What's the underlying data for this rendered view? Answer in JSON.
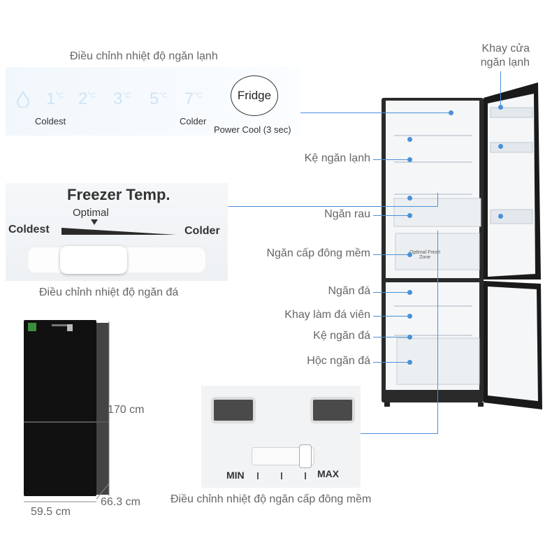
{
  "fridge_panel": {
    "caption": "Điều chỉnh nhiệt độ ngăn lạnh",
    "temps": [
      "1",
      "2",
      "3",
      "5",
      "7"
    ],
    "degree": "°C",
    "coldest": "Coldest",
    "colder": "Colder",
    "button": "Fridge",
    "power_cool": "Power Cool (3 sec)"
  },
  "freezer_panel": {
    "title": "Freezer Temp.",
    "optimal": "Optimal",
    "coldest": "Coldest",
    "colder": "Colder",
    "caption": "Điều chỉnh nhiệt độ ngăn đá"
  },
  "fresh_panel": {
    "min": "MIN",
    "max": "MAX",
    "caption": "Điều chỉnh nhiệt độ ngăn cấp đông mềm"
  },
  "dimensions": {
    "height": "170 cm",
    "width": "59.5 cm",
    "depth": "66.3 cm"
  },
  "labels": {
    "door_tray": "Khay cửa\nngăn lạnh",
    "fridge_shelf": "Kệ ngăn lạnh",
    "veg_drawer": "Ngăn rau",
    "soft_freeze": "Ngăn cấp đông mềm",
    "freezer": "Ngăn đá",
    "ice_tray": "Khay làm đá viên",
    "freezer_shelf": "Kệ ngăn đá",
    "freezer_drawer": "Hộc ngăn đá"
  },
  "fridge_inside": {
    "fresh_zone_text": "Optimal Fresh Zone"
  },
  "colors": {
    "accent": "#4a90d9",
    "fridge_body": "#1a1a1a"
  }
}
